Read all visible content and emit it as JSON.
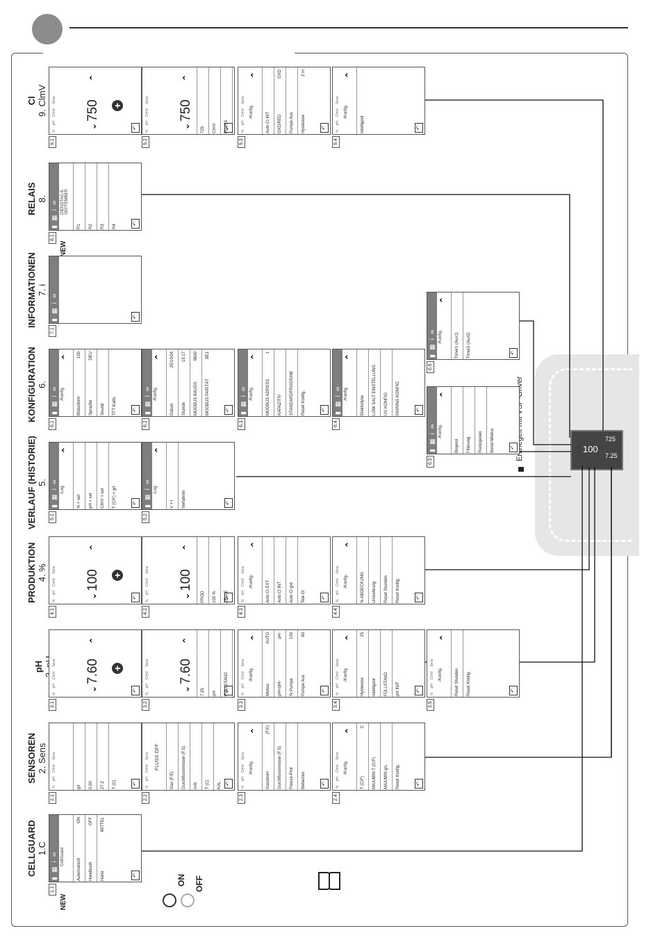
{
  "sections": [
    {
      "title": "CELLGUARD",
      "sub": "1.C"
    },
    {
      "title": "SENSOREN",
      "sub": "2. Sens"
    },
    {
      "title": "pH",
      "sub": "3. pH"
    },
    {
      "title": "PRODUKTION",
      "sub": "4. %"
    },
    {
      "title": "VERLAUF (HISTORIE)",
      "sub": "5."
    },
    {
      "title": "KONFIGURATION",
      "sub": "6."
    },
    {
      "title": "INFORMATIONEN",
      "sub": "7. i"
    },
    {
      "title": "RELAIS",
      "sub": "8."
    },
    {
      "title": "Cl",
      "sub": "9. ClmV"
    }
  ],
  "new_label": "NEW",
  "on_label": "ON",
  "off_label": "OFF",
  "note": "Entriegelt mit VSP-Driver",
  "device": {
    "val1": "100",
    "val2": "725",
    "val3": "7.25"
  },
  "screens": {
    "s11": {
      "num": "1.1",
      "title": "CellGuard",
      "rows": [
        [
          "Automatisch",
          "ON"
        ],
        [
          "Handbuch",
          "OFF"
        ],
        [
          "Härte",
          "MITTEL"
        ]
      ]
    },
    "s21": {
      "num": "2.1",
      "tabs": [
        "%",
        "pH",
        "ClmV",
        "Sens"
      ],
      "rows": [
        [
          "g/l",
          ""
        ],
        [
          "0.00",
          ""
        ],
        [
          "27.2",
          ""
        ],
        [
          "T (C)",
          ""
        ]
      ]
    },
    "s22": {
      "num": "2.2",
      "tabs": [
        "%",
        "pH",
        "ClmV",
        "Sens"
      ],
      "main": "FLUSS OFF",
      "rows": [
        [
          "Gas (F.E)",
          ""
        ],
        [
          "Durchflussmesser (F.S)",
          ""
        ],
        [
          "m/h",
          ""
        ],
        [
          "T (C)",
          ""
        ],
        [
          "KAL",
          ""
        ]
      ]
    },
    "s23": {
      "num": "2.3",
      "tabs": [
        "%",
        "pH",
        "ClmV",
        "Sens"
      ],
      "sub": "/Konfig.",
      "rows": [
        [
          "Gasstrom",
          "(F.E)"
        ],
        [
          "Durchflussmesser (F.S)",
          ""
        ],
        [
          "Freeze-Prot",
          ""
        ],
        [
          "Beheizen",
          ""
        ]
      ]
    },
    "s24": {
      "num": "2.4",
      "tabs": [
        "%",
        "pH",
        "ClmV",
        "Sens"
      ],
      "sub": "/Konfig.",
      "rows": [
        [
          "T (C/F)",
          "C"
        ],
        [
          "MAX/MIN T (C/F)",
          ""
        ],
        [
          "MAX/MIN g/L",
          ""
        ],
        [
          "Reset Konfig.",
          ""
        ]
      ]
    },
    "s31": {
      "num": "3.1",
      "tabs": [
        "%",
        "pH",
        "ClmV",
        "Sens"
      ],
      "big": "7.60"
    },
    "s32": {
      "num": "3.2",
      "tabs": [
        "%",
        "pH",
        "ClmV",
        "Sens"
      ],
      "big": "7.60",
      "rows": [
        [
          "7.25",
          ""
        ],
        [
          "pH",
          ""
        ],
        [
          "FÜLLSTAND",
          ""
        ],
        [
          "KAL",
          ""
        ]
      ]
    },
    "s33": {
      "num": "3.3",
      "tabs": [
        "%",
        "pH",
        "ClmV",
        "Sens"
      ],
      "sub": "/Konfig.",
      "rows": [
        [
          "Modus",
          "AUTO"
        ],
        [
          "pH+/pH-",
          "pH-"
        ],
        [
          "% Pumpe",
          "100"
        ],
        [
          "Pumpe Aus",
          "60"
        ]
      ]
    },
    "s34": {
      "num": "3.4",
      "tabs": [
        "%",
        "pH",
        "ClmV",
        "Sens"
      ],
      "sub": "/Konfig.",
      "rows": [
        [
          "Hysterese",
          "25"
        ],
        [
          "Intelligent",
          ""
        ],
        [
          "FÜLLSTAND",
          ""
        ],
        [
          "pH INIT",
          ""
        ]
      ]
    },
    "s35": {
      "num": "3.5",
      "tabs": [
        "%",
        "pH",
        "ClmV",
        "Sens"
      ],
      "sub": "/Konfig.",
      "rows": [
        [
          "Reset Stunden",
          ""
        ],
        [
          "Reset Konfig.",
          ""
        ]
      ]
    },
    "s41": {
      "num": "4.1",
      "tabs": [
        "%",
        "pH",
        "ClmV",
        "Sens"
      ],
      "big": "100"
    },
    "s42": {
      "num": "4.2",
      "tabs": [
        "%",
        "pH",
        "ClmV",
        "Sens"
      ],
      "big": "100",
      "rows": [
        [
          "PROD",
          ""
        ],
        [
          "100 %",
          ""
        ],
        [
          "ZELLE",
          ""
        ]
      ]
    },
    "s43": {
      "num": "4.3",
      "tabs": [
        "%",
        "pH",
        "ClmV",
        "Sens"
      ],
      "sub": "/Konfig.",
      "rows": [
        [
          "Auto Cl EXT",
          ""
        ],
        [
          "Auto Cl INT",
          ""
        ],
        [
          "Auto Cl g/d",
          ""
        ],
        [
          "Tele Cl",
          ""
        ]
      ]
    },
    "s44": {
      "num": "4.4",
      "tabs": [
        "%",
        "pH",
        "ClmV",
        "Sens"
      ],
      "sub": "/Konfig.",
      "rows": [
        [
          "% ABDECKUNG",
          ""
        ],
        [
          "Umkehrung",
          ""
        ],
        [
          "Reset Stunden",
          ""
        ],
        [
          "Reset Konfig.",
          ""
        ]
      ]
    },
    "s51": {
      "num": "5.1",
      "sub": "/Log",
      "rows": [
        [
          "% + set",
          ""
        ],
        [
          "pH + set",
          ""
        ],
        [
          "ClmV + set",
          ""
        ],
        [
          "T (C/F) + g/l",
          ""
        ]
      ]
    },
    "s52": {
      "num": "5.2",
      "sub": "/Log",
      "rows": [
        [
          "V + I",
          ""
        ],
        [
          "Verfahren",
          ""
        ]
      ]
    },
    "s61": {
      "num": "6.1",
      "sub": "/Konfig.",
      "rows": [
        [
          "Bildschirm",
          "100"
        ],
        [
          "Sprache",
          "DEU"
        ],
        [
          "Sound",
          ""
        ],
        [
          "TFT Kalib.",
          ""
        ]
      ]
    },
    "s62": {
      "num": "6.2",
      "sub": "/Konfig.",
      "rows": [
        [
          "Datum",
          "25/10/24"
        ],
        [
          "Stunde",
          "15:17"
        ],
        [
          "MODBUS BAUDS",
          "9600"
        ],
        [
          "MODBUS PARITÄT",
          "8E1"
        ]
      ]
    },
    "s63": {
      "num": "6.3",
      "sub": "/Konfig.",
      "rows": [
        [
          "MODBUS ADRESS",
          "1"
        ],
        [
          "KAPAZITIV",
          ""
        ],
        [
          "STANDARDPROGRAM",
          ""
        ],
        [
          "Reset Konfig.",
          ""
        ]
      ]
    },
    "s64": {
      "num": "6.4",
      "sub": "/Konfig.",
      "rows": [
        [
          "Elektrolyse",
          ""
        ],
        [
          "LOW SALT EINSTELLUNG",
          ""
        ],
        [
          "UV KONFIG",
          ""
        ],
        [
          "PAIRING KONFIG",
          ""
        ]
      ]
    },
    "s65": {
      "num": "6.5",
      "sub": "/Konfig.",
      "rows": [
        [
          "Biopool",
          ""
        ],
        [
          "Filterung",
          ""
        ],
        [
          "Rückspülen",
          ""
        ],
        [
          "Boost-Modus",
          ""
        ]
      ]
    },
    "s66": {
      "num": "6.6",
      "sub": "/Konfig.",
      "rows": [
        [
          "Timer1 (Aux1)",
          ""
        ],
        [
          "Timer2 (Aux2)",
          ""
        ]
      ]
    },
    "s71": {
      "num": "7.1"
    },
    "s81": {
      "num": "8.1",
      "title": "DIENSTAG 6. SEPTEMBER",
      "rows": [
        [
          "R1",
          ""
        ],
        [
          "R2",
          ""
        ],
        [
          "R3",
          ""
        ],
        [
          "R4",
          ""
        ]
      ]
    },
    "s91": {
      "num": "9.1",
      "tabs": [
        "%",
        "pH",
        "ClmV",
        "Sens"
      ],
      "big": "750"
    },
    "s92": {
      "num": "9.2",
      "tabs": [
        "%",
        "pH",
        "ClmV",
        "Sens"
      ],
      "big": "750",
      "rows": [
        [
          "725",
          ""
        ],
        [
          "ClmV",
          ""
        ],
        [
          "FLUSS",
          ""
        ],
        [
          "KAL",
          ""
        ]
      ]
    },
    "s93": {
      "num": "9.3",
      "tabs": [
        "%",
        "pH",
        "ClmV",
        "Sens"
      ],
      "sub": "/Konfig.",
      "rows": [
        [
          "Auto Cl INT",
          ""
        ],
        [
          "OXD/RED",
          "OXD"
        ],
        [
          "Pumpe Aus",
          ""
        ],
        [
          "Hysterese",
          "2 m"
        ]
      ]
    },
    "s94": {
      "num": "9.4",
      "tabs": [
        "%",
        "pH",
        "ClmV",
        "Sens"
      ],
      "sub": "/Konfig.",
      "rows": [
        [
          "Intelligent",
          ""
        ]
      ]
    }
  }
}
